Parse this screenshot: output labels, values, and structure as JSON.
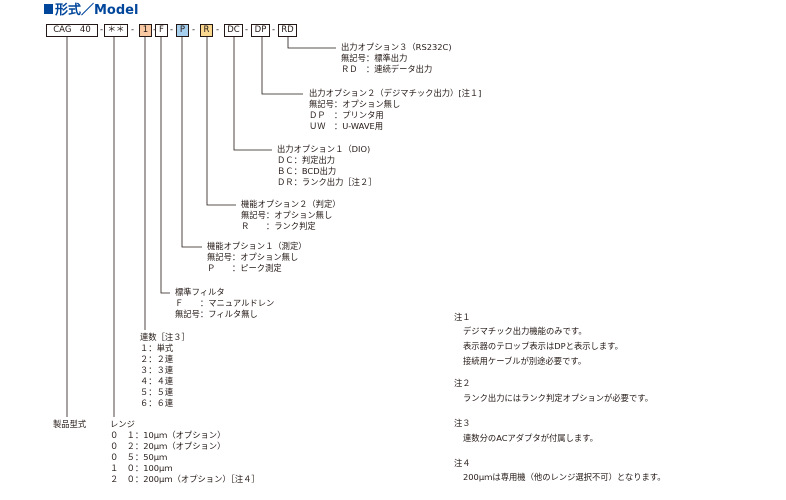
{
  "title": "形式／Model",
  "code": {
    "boxes": [
      "CAG　40",
      "＊＊",
      "1",
      "F",
      "P",
      "R",
      "DC",
      "DP",
      "RD"
    ],
    "separator": "-"
  },
  "options": {
    "out3": {
      "heading": "出力オプション３（RS232C)",
      "items": [
        "無記号：標準出力",
        "ＲＤ　：連続データ出力"
      ]
    },
    "out2": {
      "heading": "出力オプション２（デジマチック出力）[注１]",
      "items": [
        "無記号：オプション無し",
        "ＤＰ　：プリンタ用",
        "ＵＷ　：U-WAVE用"
      ]
    },
    "out1": {
      "heading": "出力オプション１（DIO)",
      "items": [
        "ＤＣ：判定出力",
        "ＢＣ：BCD出力",
        "ＤＲ：ランク出力［注２］"
      ]
    },
    "func2": {
      "heading": "機能オプション２（判定）",
      "items": [
        "無記号：オプション無し",
        "Ｒ　　：ランク判定"
      ]
    },
    "func1": {
      "heading": "機能オプション１（測定）",
      "items": [
        "無記号：オプション無し",
        "Ｐ　　：ピーク測定"
      ]
    },
    "filter": {
      "heading": "標準フィルタ",
      "items": [
        "Ｆ　　：マニュアルドレン",
        "無記号：フィルタ無し"
      ]
    },
    "stations": {
      "heading": "連数［注３］",
      "items": [
        "１：単式",
        "２：２連",
        "３：３連",
        "４：４連",
        "５：５連",
        "６：６連"
      ]
    },
    "model": {
      "heading": "製品型式"
    },
    "range": {
      "heading": "レンジ",
      "items": [
        "０　１：10μｍ（オプション）",
        "０　２：20μｍ（オプション）",
        "０　５：50μｍ",
        "１　０：100μｍ",
        "２　０：200μｍ（オプション）［注４］"
      ]
    }
  },
  "notes": [
    {
      "label": "注１",
      "lines": [
        "デジマチック出力機能のみです。",
        "表示器のテロップ表示はDPと表示します。",
        "接続用ケーブルが別途必要です。"
      ]
    },
    {
      "label": "注２",
      "lines": [
        "ランク出力にはランク判定オプションが必要です。"
      ]
    },
    {
      "label": "注３",
      "lines": [
        "連数分のACアダプタが付属します。"
      ]
    },
    {
      "label": "注４",
      "lines": [
        "200μｍは専用機（他のレンジ選択不可）となります。"
      ]
    }
  ]
}
